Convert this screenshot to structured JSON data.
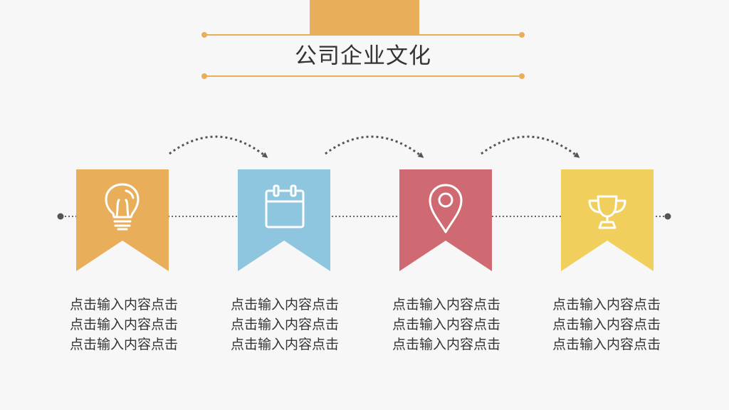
{
  "title": "公司企业文化",
  "colors": {
    "accent": "#e8ae59",
    "blue": "#8ec6e0",
    "red": "#d06a72",
    "yellow": "#f1cf5c"
  },
  "cards": [
    {
      "icon": "lightbulb-icon",
      "color": "#e8ae59",
      "lines": [
        "点击输入内容点击",
        "点击输入内容点击",
        "点击输入内容点击"
      ]
    },
    {
      "icon": "calendar-icon",
      "color": "#8ec6e0",
      "lines": [
        "点击输入内容点击",
        "点击输入内容点击",
        "点击输入内容点击"
      ]
    },
    {
      "icon": "location-pin-icon",
      "color": "#d06a72",
      "lines": [
        "点击输入内容点击",
        "点击输入内容点击",
        "点击输入内容点击"
      ]
    },
    {
      "icon": "trophy-icon",
      "color": "#f1cf5c",
      "lines": [
        "点击输入内容点击",
        "点击输入内容点击",
        "点击输入内容点击"
      ]
    }
  ]
}
